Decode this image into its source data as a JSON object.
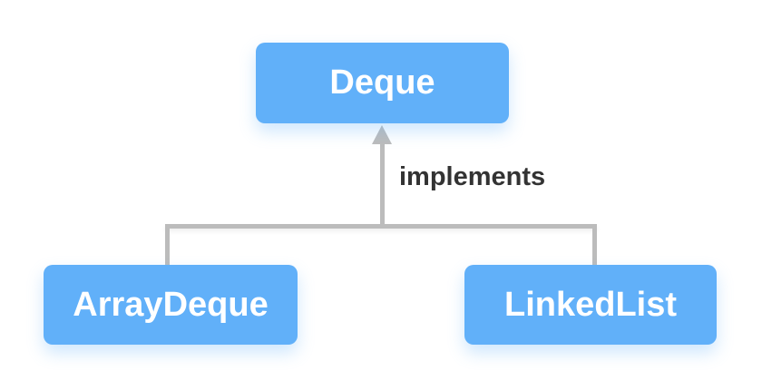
{
  "diagram": {
    "parent_node": {
      "label": "Deque"
    },
    "edge": {
      "label": "implements"
    },
    "child_nodes": [
      {
        "label": "ArrayDeque"
      },
      {
        "label": "LinkedList"
      }
    ],
    "colors": {
      "node_fill": "#61b0f9",
      "node_text": "#ffffff",
      "connector": "#bcbcbc",
      "edge_label_text": "#333333",
      "background": "#ffffff"
    }
  }
}
